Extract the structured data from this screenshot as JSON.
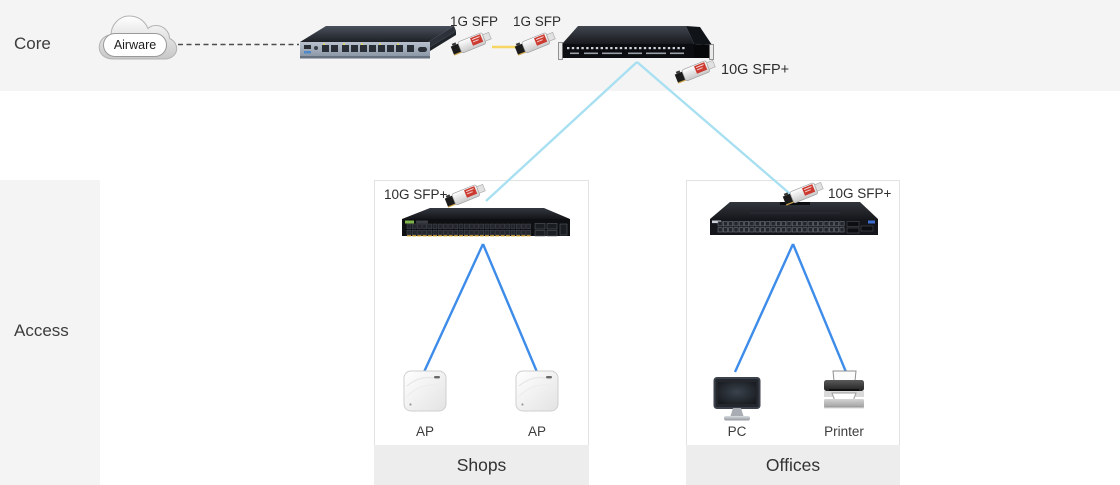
{
  "layers": {
    "core": "Core",
    "access": "Access"
  },
  "cloud": {
    "label": "Airware"
  },
  "core_row": {
    "sfp_left_label": "1G SFP",
    "sfp_right_label": "1G SFP",
    "core_sfp_label": "10G SFP+"
  },
  "shops": {
    "sfp_label": "10G SFP+",
    "title": "Shops",
    "endpoint1_label": "AP",
    "endpoint2_label": "AP"
  },
  "offices": {
    "sfp_label": "10G SFP+",
    "title": "Offices",
    "endpoint1_label": "PC",
    "endpoint2_label": "Printer"
  },
  "colors": {
    "uplink_1g": "#f6d563",
    "uplink_10g": "#a8e0f2",
    "access_link": "#3e8ce9",
    "management_link": "#4d4d4d",
    "layer_band_bg": "#f4f4f4"
  }
}
